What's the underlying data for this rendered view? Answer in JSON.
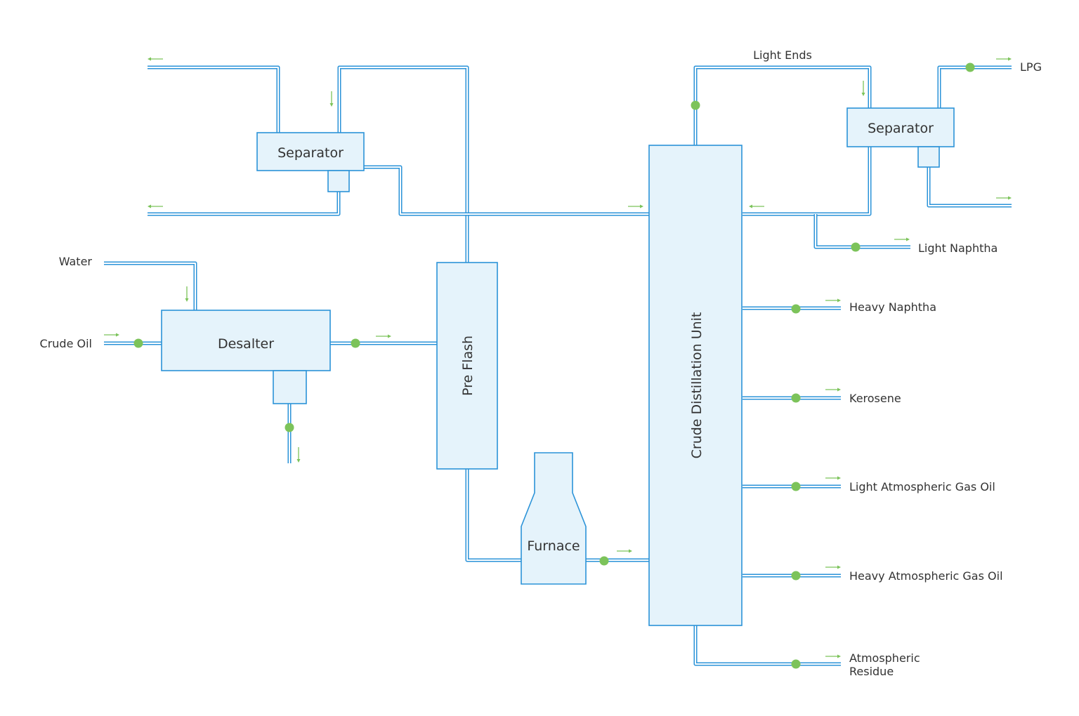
{
  "colors": {
    "pipe": "#2b93d8",
    "unit_fill": "#e5f3fb",
    "flow_marker": "#7cc35a"
  },
  "units": {
    "separator_left": "Separator",
    "separator_right": "Separator",
    "desalter": "Desalter",
    "pre_flash": "Pre Flash",
    "furnace": "Furnace",
    "cdu": "Crude Distillation Unit"
  },
  "streams": {
    "water": "Water",
    "crude_oil": "Crude Oil",
    "light_ends": "Light Ends",
    "lpg": "LPG",
    "light_naphtha": "Light Naphtha",
    "heavy_naphtha": "Heavy Naphtha",
    "kerosene": "Kerosene",
    "lago": "Light Atmospheric Gas Oil",
    "hago": "Heavy Atmospheric Gas Oil",
    "residue_line1": "Atmospheric",
    "residue_line2": "Residue"
  }
}
